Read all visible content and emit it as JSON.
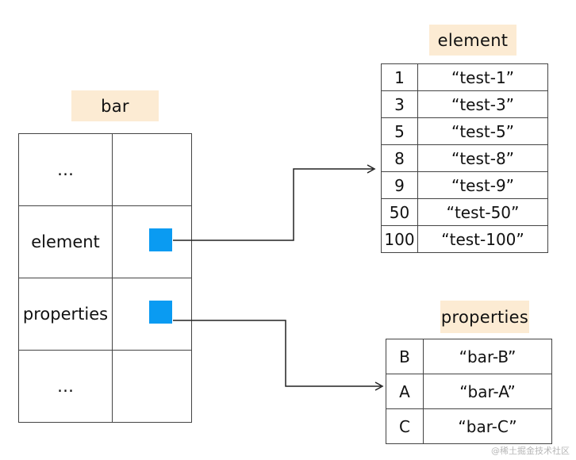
{
  "bar": {
    "title": "bar",
    "rows": [
      {
        "key": "…",
        "has_pointer": false
      },
      {
        "key": "element",
        "has_pointer": true
      },
      {
        "key": "properties",
        "has_pointer": true
      },
      {
        "key": "…",
        "has_pointer": false
      }
    ]
  },
  "element": {
    "title": "element",
    "rows": [
      {
        "key": "1",
        "value": "“test-1”"
      },
      {
        "key": "3",
        "value": "“test-3”"
      },
      {
        "key": "5",
        "value": "“test-5”"
      },
      {
        "key": "8",
        "value": "“test-8”"
      },
      {
        "key": "9",
        "value": "“test-9”"
      },
      {
        "key": "50",
        "value": "“test-50”"
      },
      {
        "key": "100",
        "value": "“test-100”"
      }
    ]
  },
  "properties": {
    "title": "properties",
    "rows": [
      {
        "key": "B",
        "value": "“bar-B”"
      },
      {
        "key": "A",
        "value": "“bar-A”"
      },
      {
        "key": "C",
        "value": "“bar-C”"
      }
    ]
  },
  "colors": {
    "label_bg": "#fcebd3",
    "pointer": "#0a9bf2",
    "line": "#222222"
  },
  "watermark": "@稀土掘金技术社区"
}
